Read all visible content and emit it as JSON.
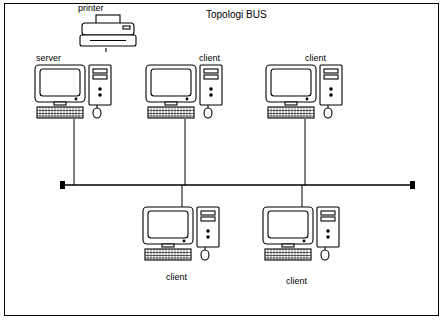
{
  "diagram": {
    "title": "Topologi BUS",
    "nodes": [
      {
        "text": [
          "printer"
        ]
      },
      {
        "text": [
          "server"
        ]
      },
      {
        "text": [
          "client"
        ]
      },
      {
        "text": [
          "client"
        ]
      },
      {
        "text": [
          "client"
        ]
      },
      {
        "text": [
          "client"
        ]
      }
    ],
    "edges": [
      {
        "from": 0,
        "to": 1,
        "arrow": "none"
      }
    ]
  }
}
